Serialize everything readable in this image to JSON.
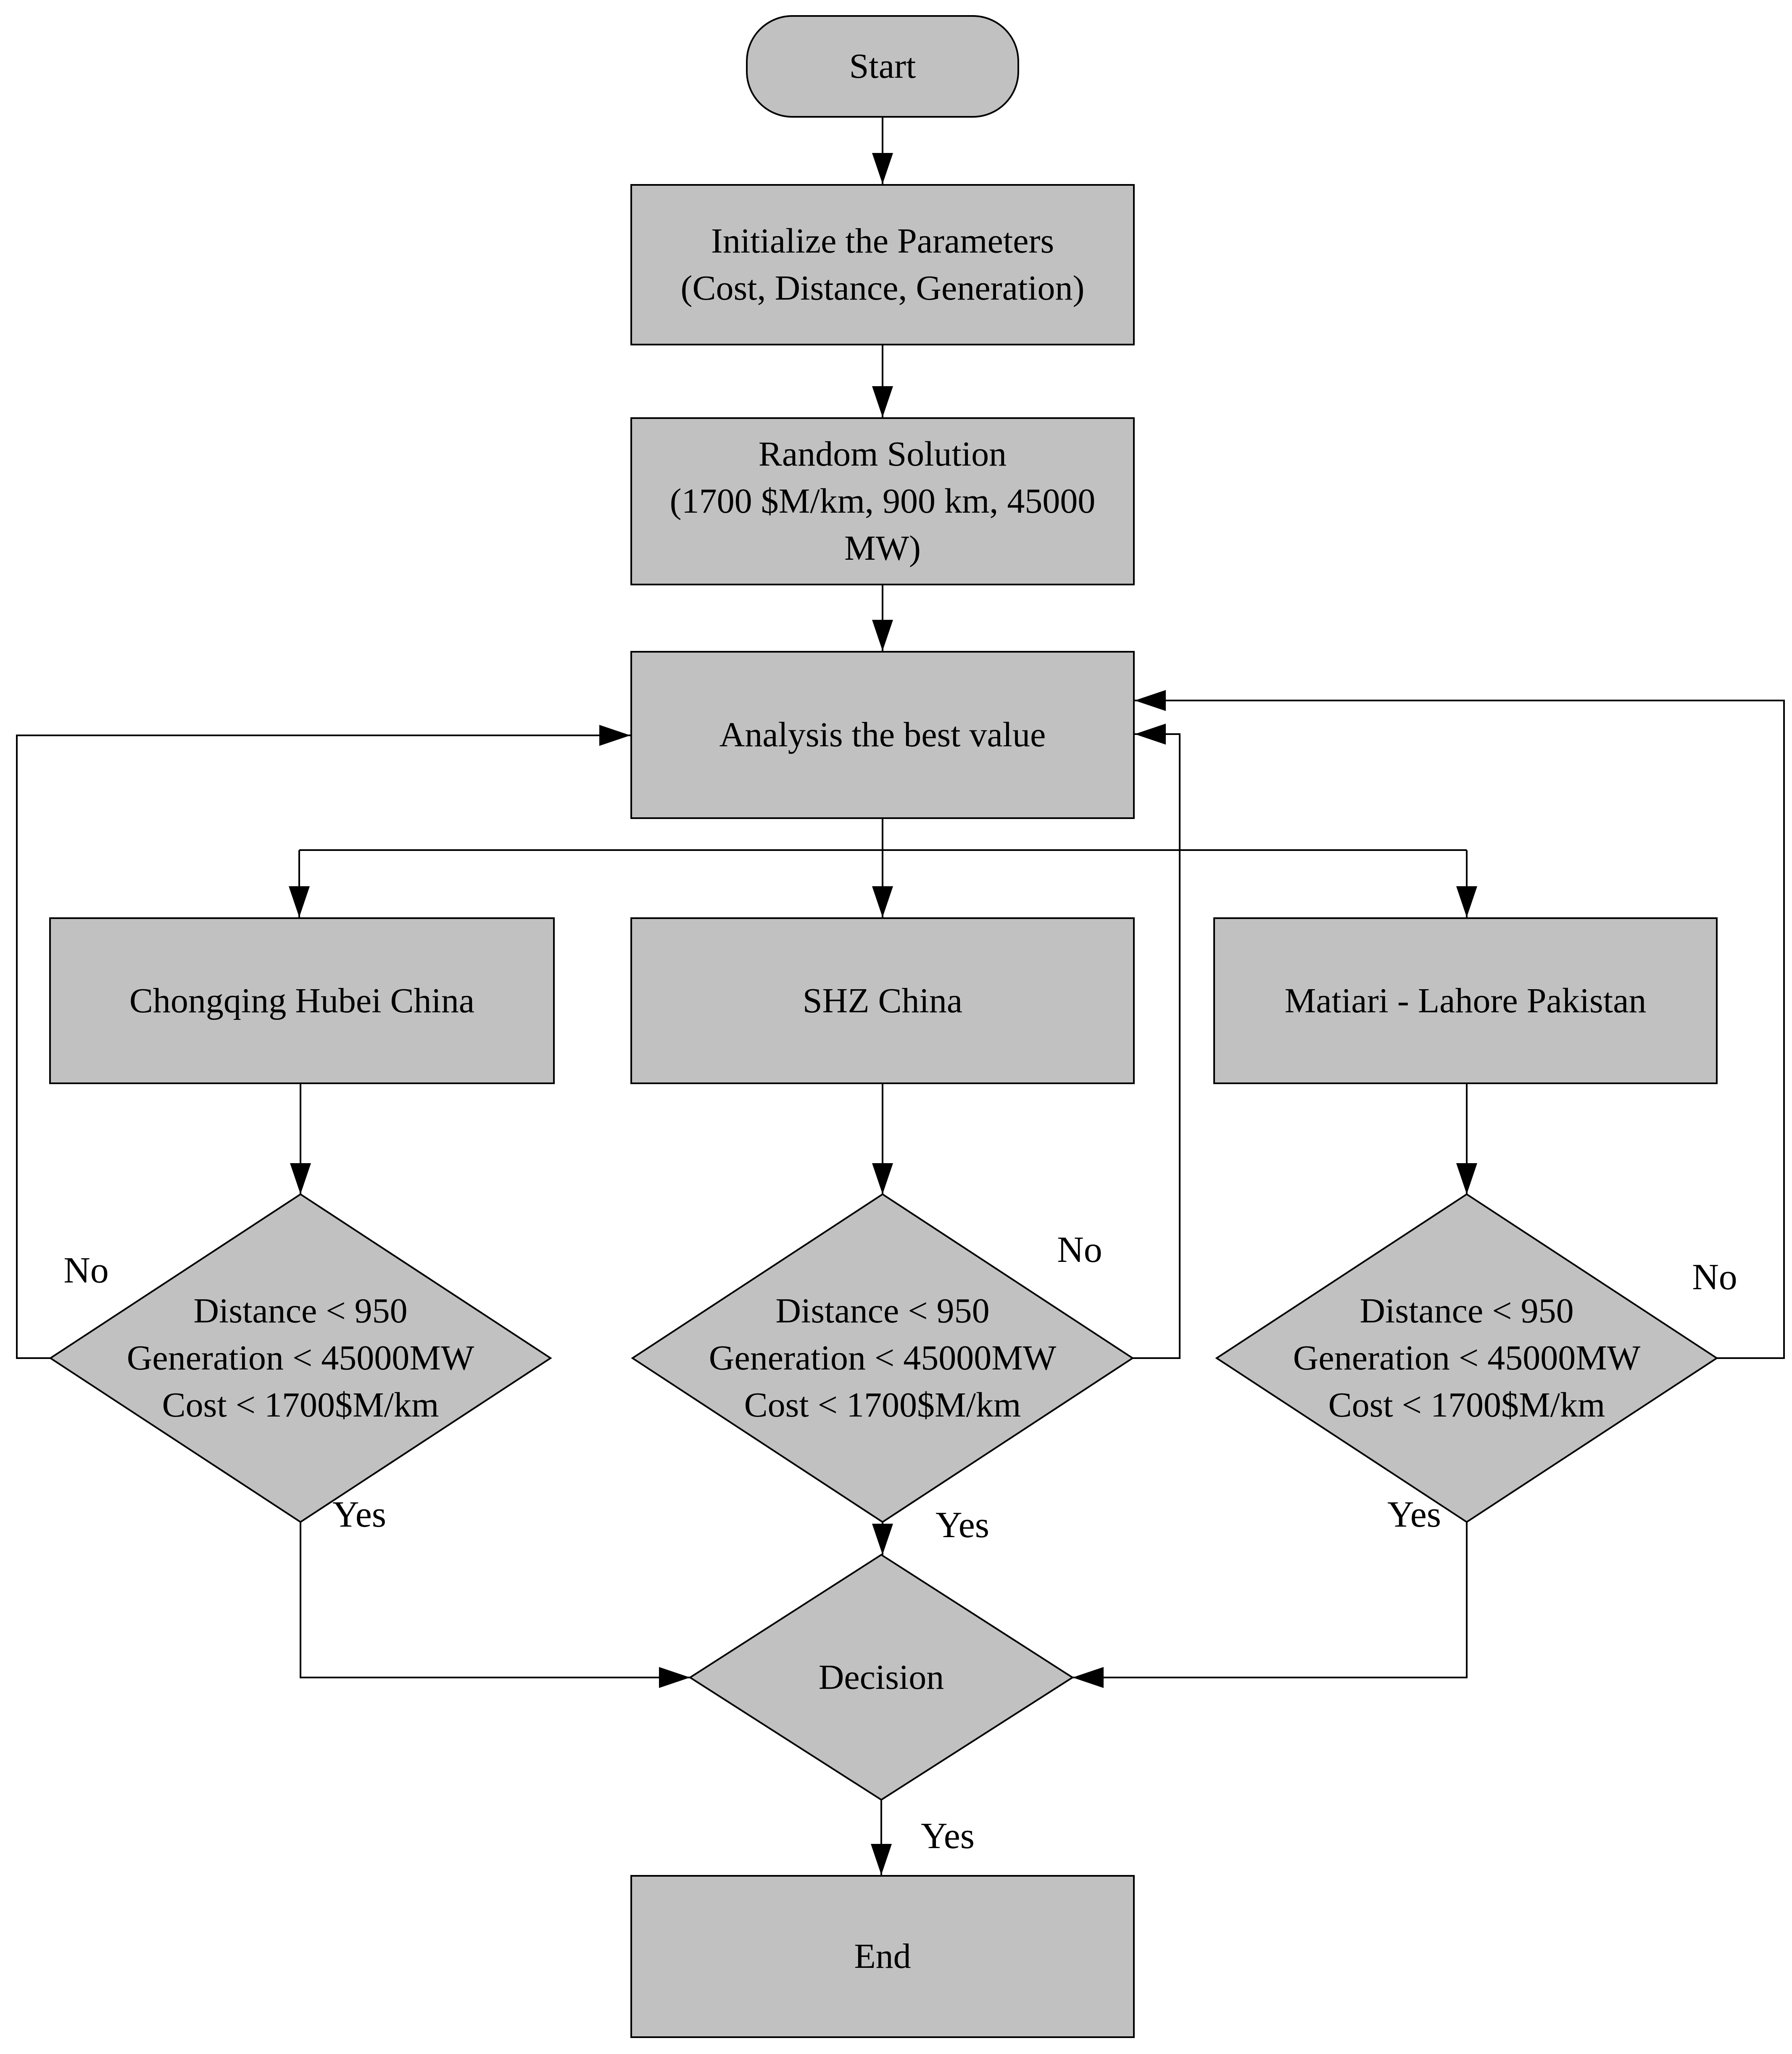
{
  "colors": {
    "node_fill": "#c1c1c1",
    "line": "#000000",
    "background": "#ffffff",
    "text": "#000000"
  },
  "nodes": {
    "start": {
      "type": "terminator",
      "label": "Start"
    },
    "initialize": {
      "type": "process",
      "label": "Initialize the Parameters\n(Cost, Distance, Generation)"
    },
    "random_solution": {
      "type": "process",
      "label": "Random Solution\n(1700 $M/km, 900 km, 45000\nMW)"
    },
    "analysis": {
      "type": "process",
      "label": "Analysis the best value"
    },
    "branch_left": {
      "type": "process",
      "label": "Chongqing Hubei China"
    },
    "branch_middle": {
      "type": "process",
      "label": "SHZ China"
    },
    "branch_right": {
      "type": "process",
      "label": "Matiari - Lahore Pakistan"
    },
    "condition_left": {
      "type": "decision",
      "label": "Distance < 950\nGeneration < 45000MW\nCost < 1700$M/km"
    },
    "condition_middle": {
      "type": "decision",
      "label": "Distance < 950\nGeneration < 45000MW\nCost < 1700$M/km"
    },
    "condition_right": {
      "type": "decision",
      "label": "Distance < 950\nGeneration < 45000MW\nCost < 1700$M/km"
    },
    "decision": {
      "type": "decision",
      "label": "Decision"
    },
    "end": {
      "type": "process",
      "label": "End"
    }
  },
  "edge_labels": {
    "no_left": "No",
    "no_middle": "No",
    "no_right": "No",
    "yes_left": "Yes",
    "yes_middle": "Yes",
    "yes_right": "Yes",
    "yes_decision": "Yes"
  },
  "edges": [
    {
      "from": "start",
      "to": "initialize",
      "label": ""
    },
    {
      "from": "initialize",
      "to": "random_solution",
      "label": ""
    },
    {
      "from": "random_solution",
      "to": "analysis",
      "label": ""
    },
    {
      "from": "analysis",
      "to": "branch_left",
      "label": ""
    },
    {
      "from": "analysis",
      "to": "branch_middle",
      "label": ""
    },
    {
      "from": "analysis",
      "to": "branch_right",
      "label": ""
    },
    {
      "from": "branch_left",
      "to": "condition_left",
      "label": ""
    },
    {
      "from": "branch_middle",
      "to": "condition_middle",
      "label": ""
    },
    {
      "from": "branch_right",
      "to": "condition_right",
      "label": ""
    },
    {
      "from": "condition_left",
      "to": "analysis",
      "label": "No"
    },
    {
      "from": "condition_middle",
      "to": "analysis",
      "label": "No"
    },
    {
      "from": "condition_right",
      "to": "analysis",
      "label": "No"
    },
    {
      "from": "condition_left",
      "to": "decision",
      "label": "Yes"
    },
    {
      "from": "condition_middle",
      "to": "decision",
      "label": "Yes"
    },
    {
      "from": "condition_right",
      "to": "decision",
      "label": "Yes"
    },
    {
      "from": "decision",
      "to": "end",
      "label": "Yes"
    }
  ]
}
